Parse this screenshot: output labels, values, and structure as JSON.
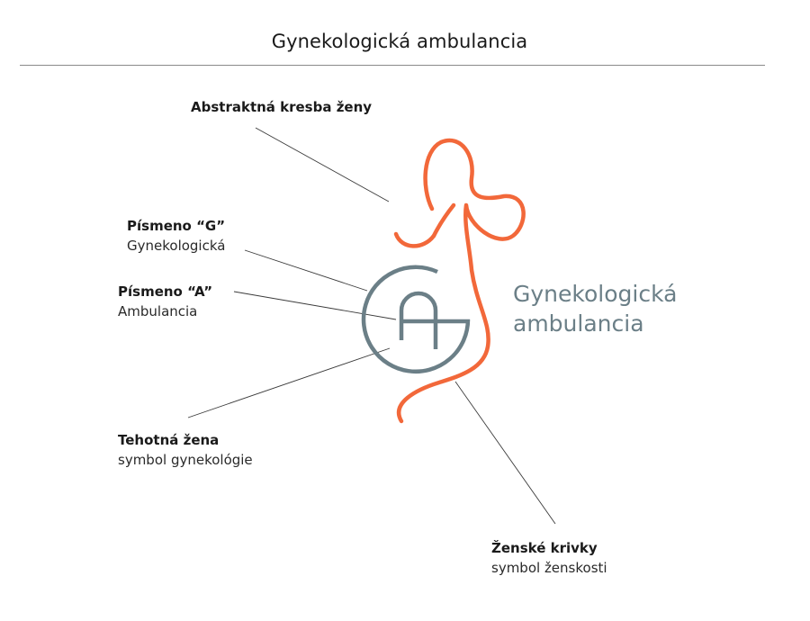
{
  "title": "Gynekologická ambulancia",
  "logo": {
    "brand_line1": "Gynekologická",
    "brand_line2": "ambulancia",
    "colors": {
      "figure": "#f2683a",
      "symbol": "#6b7f87",
      "leader": "#3a3a3a"
    }
  },
  "annotations": {
    "abstract_drawing": {
      "title": "Abstraktná kresba ženy",
      "subtitle": ""
    },
    "letter_g": {
      "title": "Písmeno “G”",
      "subtitle": "Gynekologická"
    },
    "letter_a": {
      "title": "Písmeno “A”",
      "subtitle": "Ambulancia"
    },
    "pregnant_woman": {
      "title": "Tehotná žena",
      "subtitle": "symbol gynekológie"
    },
    "female_curves": {
      "title": "Ženské krivky",
      "subtitle": "symbol ženskosti"
    }
  }
}
